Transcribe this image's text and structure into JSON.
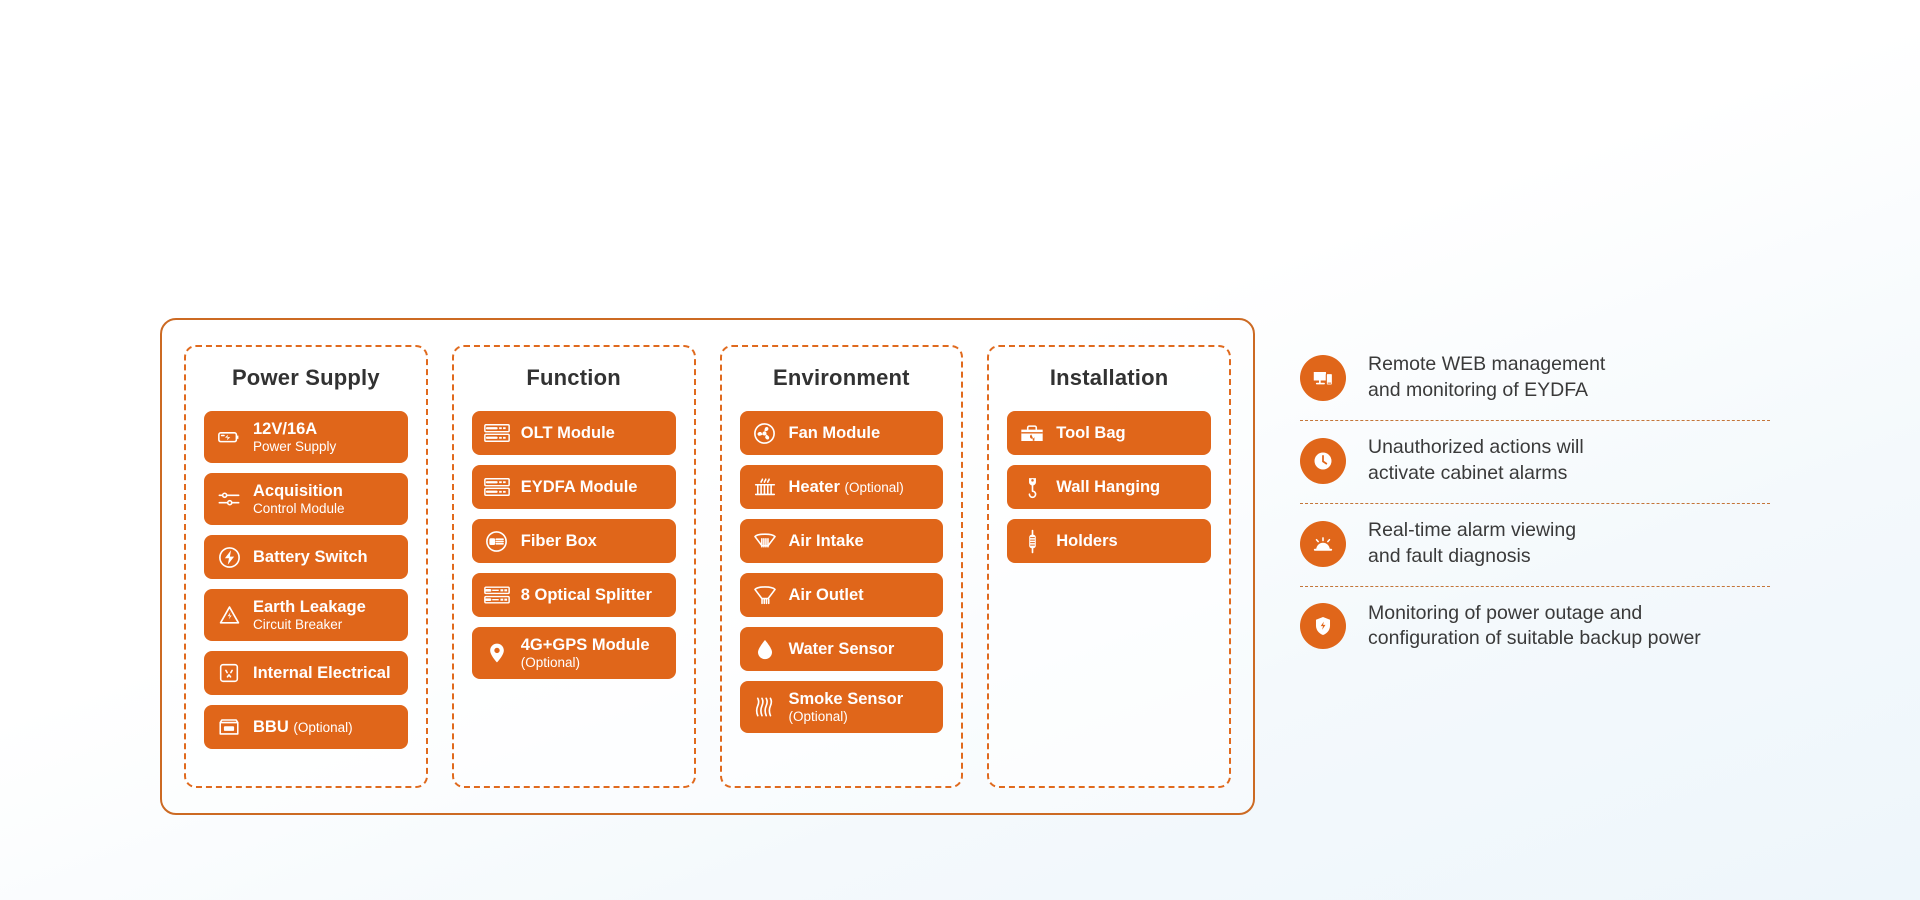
{
  "spec_panel": {
    "columns": [
      {
        "title": "Power Supply",
        "items": [
          {
            "icon": "battery-icon",
            "label": "12V/16A",
            "sub": "Power Supply",
            "optional": ""
          },
          {
            "icon": "sliders-icon",
            "label": "Acquisition",
            "sub": "Control Module",
            "optional": ""
          },
          {
            "icon": "battery-switch-icon",
            "label": "Battery Switch",
            "sub": "",
            "optional": ""
          },
          {
            "icon": "high-voltage-warning-icon",
            "label": "Earth Leakage",
            "sub": "Circuit Breaker",
            "optional": ""
          },
          {
            "icon": "power-socket-icon",
            "label": "Internal Electrical",
            "sub": "",
            "optional": ""
          },
          {
            "icon": "bbu-box-icon",
            "label": "BBU",
            "sub": "",
            "optional": "(Optional)"
          }
        ]
      },
      {
        "title": "Function",
        "items": [
          {
            "icon": "rack-unit-icon",
            "label": "OLT Module",
            "sub": "",
            "optional": ""
          },
          {
            "icon": "rack-unit-icon",
            "label": "EYDFA Module",
            "sub": "",
            "optional": ""
          },
          {
            "icon": "fiber-box-icon",
            "label": "Fiber Box",
            "sub": "",
            "optional": ""
          },
          {
            "icon": "optical-splitter-icon",
            "label": "8 Optical Splitter",
            "sub": "",
            "optional": ""
          },
          {
            "icon": "location-pin-icon",
            "label": "4G+GPS Module",
            "sub": "(Optional)",
            "optional": ""
          }
        ]
      },
      {
        "title": "Environment",
        "items": [
          {
            "icon": "fan-icon",
            "label": "Fan Module",
            "sub": "",
            "optional": ""
          },
          {
            "icon": "heater-icon",
            "label": "Heater",
            "sub": "",
            "optional": "(Optional)"
          },
          {
            "icon": "air-intake-icon",
            "label": "Air Intake",
            "sub": "",
            "optional": ""
          },
          {
            "icon": "air-outlet-icon",
            "label": "Air Outlet",
            "sub": "",
            "optional": ""
          },
          {
            "icon": "water-drop-icon",
            "label": "Water Sensor",
            "sub": "",
            "optional": ""
          },
          {
            "icon": "smoke-icon",
            "label": "Smoke Sensor",
            "sub": "(Optional)",
            "optional": ""
          }
        ]
      },
      {
        "title": "Installation",
        "items": [
          {
            "icon": "toolbox-icon",
            "label": "Tool Bag",
            "sub": "",
            "optional": ""
          },
          {
            "icon": "wall-hook-icon",
            "label": "Wall Hanging",
            "sub": "",
            "optional": ""
          },
          {
            "icon": "holder-icon",
            "label": "Holders",
            "sub": "",
            "optional": ""
          }
        ]
      }
    ]
  },
  "features": [
    {
      "icon": "monitor-phone-icon",
      "text": "Remote WEB management\nand monitoring of EYDFA"
    },
    {
      "icon": "clock-icon",
      "text": "Unauthorized actions will\nactivate cabinet alarms"
    },
    {
      "icon": "alarm-siren-icon",
      "text": "Real-time alarm viewing\nand fault diagnosis"
    },
    {
      "icon": "shield-bolt-icon",
      "text": "Monitoring of power outage and\nconfiguration of suitable backup power"
    }
  ],
  "colors": {
    "orange": "#e0661a",
    "outer_border": "#cc6a23",
    "dashed_border": "#e06a1e",
    "text_dark": "#323232",
    "feature_text": "#3a3a3a"
  }
}
